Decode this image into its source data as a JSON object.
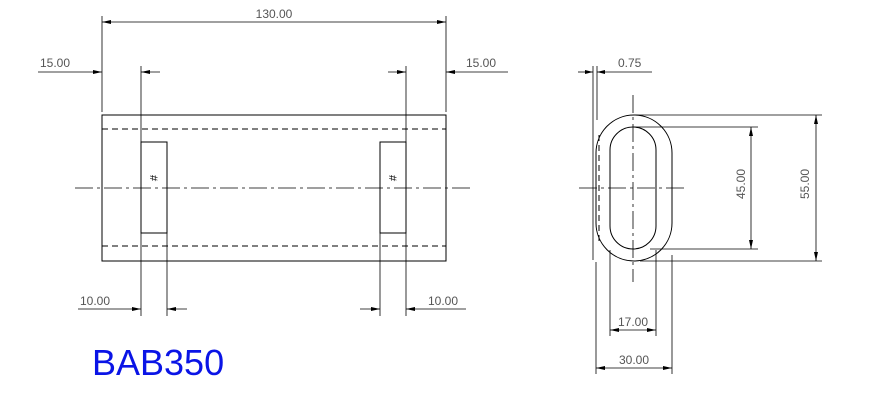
{
  "title": "BAB350",
  "dimensions": {
    "overall_width": "130.00",
    "left_offset": "15.00",
    "right_offset": "15.00",
    "left_slot_width": "10.00",
    "right_slot_width": "10.00",
    "wall_thickness": "0.75",
    "inner_height": "45.00",
    "outer_height": "55.00",
    "inner_width": "17.00",
    "outer_width": "30.00"
  },
  "slot_marks": {
    "left": "#",
    "right": "#"
  },
  "colors": {
    "title": "#0a14e6",
    "lines": "#000000",
    "dimension_text": "#555555"
  }
}
